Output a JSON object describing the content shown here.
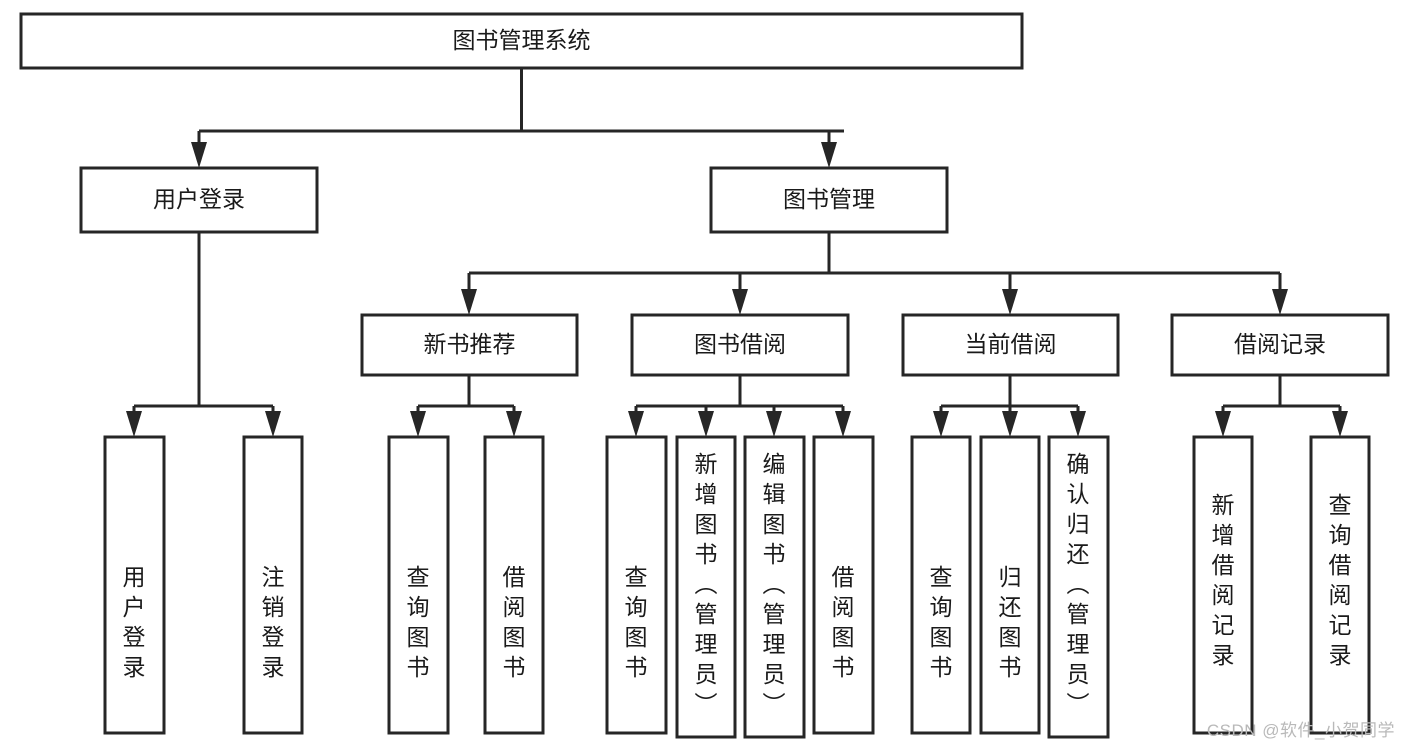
{
  "diagram": {
    "title": "图书管理系统",
    "type": "tree",
    "watermark": "CSDN @软件_小贺同学",
    "root": {
      "id": "root",
      "label": "图书管理系统"
    },
    "level2": [
      {
        "id": "user-login",
        "label": "用户登录"
      },
      {
        "id": "book-manage",
        "label": "图书管理"
      }
    ],
    "level3": [
      {
        "id": "new-book-recommend",
        "label": "新书推荐"
      },
      {
        "id": "book-borrow",
        "label": "图书借阅"
      },
      {
        "id": "current-borrow",
        "label": "当前借阅"
      },
      {
        "id": "borrow-record",
        "label": "借阅记录"
      }
    ],
    "leaves": {
      "user-login": [
        {
          "id": "leaf-user-login",
          "label": "用户登录"
        },
        {
          "id": "leaf-logout",
          "label": "注销登录"
        }
      ],
      "new-book-recommend": [
        {
          "id": "leaf-query-book-1",
          "label": "查询图书"
        },
        {
          "id": "leaf-borrow-book-1",
          "label": "借阅图书"
        }
      ],
      "book-borrow": [
        {
          "id": "leaf-query-book-2",
          "label": "查询图书"
        },
        {
          "id": "leaf-add-book",
          "label": "新增图书（管理员）"
        },
        {
          "id": "leaf-edit-book",
          "label": "编辑图书（管理员）"
        },
        {
          "id": "leaf-borrow-book-2",
          "label": "借阅图书"
        }
      ],
      "current-borrow": [
        {
          "id": "leaf-query-book-3",
          "label": "查询图书"
        },
        {
          "id": "leaf-return-book",
          "label": "归还图书"
        },
        {
          "id": "leaf-confirm-return",
          "label": "确认归还（管理员）"
        }
      ],
      "borrow-record": [
        {
          "id": "leaf-add-record",
          "label": "新增借阅记录"
        },
        {
          "id": "leaf-query-record",
          "label": "查询借阅记录"
        }
      ]
    },
    "colors": {
      "stroke": "#262626",
      "fill": "#ffffff",
      "text": "#1a1a1a",
      "watermark": "#b9b9b9",
      "background": "#ffffff"
    }
  }
}
